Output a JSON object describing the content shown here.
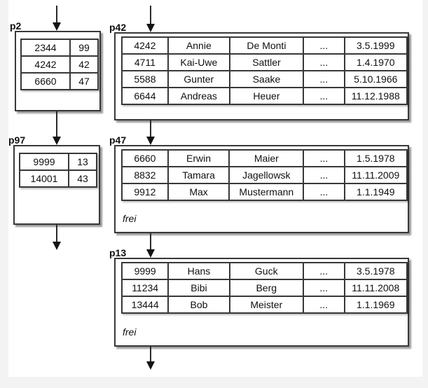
{
  "pages": {
    "p2": {
      "label": "p2",
      "rows": [
        [
          "2344",
          "99"
        ],
        [
          "4242",
          "42"
        ],
        [
          "6660",
          "47"
        ]
      ]
    },
    "p42": {
      "label": "p42",
      "rows": [
        [
          "4242",
          "Annie",
          "De Monti",
          "...",
          "3.5.1999"
        ],
        [
          "4711",
          "Kai-Uwe",
          "Sattler",
          "...",
          "1.4.1970"
        ],
        [
          "5588",
          "Gunter",
          "Saake",
          "...",
          "5.10.1966"
        ],
        [
          "6644",
          "Andreas",
          "Heuer",
          "...",
          "11.12.1988"
        ]
      ]
    },
    "p97": {
      "label": "p97",
      "rows": [
        [
          "9999",
          "13"
        ],
        [
          "14001",
          "43"
        ]
      ]
    },
    "p47": {
      "label": "p47",
      "rows": [
        [
          "6660",
          "Erwin",
          "Maier",
          "...",
          "1.5.1978"
        ],
        [
          "8832",
          "Tamara",
          "Jagellowsk",
          "...",
          "11.11.2009"
        ],
        [
          "9912",
          "Max",
          "Mustermann",
          "...",
          "1.1.1949"
        ]
      ],
      "free_label": "frei"
    },
    "p13": {
      "label": "p13",
      "rows": [
        [
          "9999",
          "Hans",
          "Guck",
          "...",
          "3.5.1978"
        ],
        [
          "11234",
          "Bibi",
          "Berg",
          "...",
          "11.11.2008"
        ],
        [
          "13444",
          "Bob",
          "Meister",
          "...",
          "1.1.1969"
        ]
      ],
      "free_label": "frei"
    }
  },
  "connections": [
    {
      "from": "top-left",
      "to": "p2"
    },
    {
      "from": "top-right",
      "to": "p42"
    },
    {
      "from": "p2",
      "to": "p97"
    },
    {
      "from": "p42",
      "to": "p47"
    },
    {
      "from": "p97",
      "to": "bottom"
    },
    {
      "from": "p47",
      "to": "p13"
    },
    {
      "from": "p13",
      "to": "bottom"
    }
  ],
  "colors": {
    "box_border": "#383838",
    "box_fill": "#ffffff",
    "margin_background": "#f4f3f3",
    "text": "#101010",
    "arrow": "#141414"
  }
}
